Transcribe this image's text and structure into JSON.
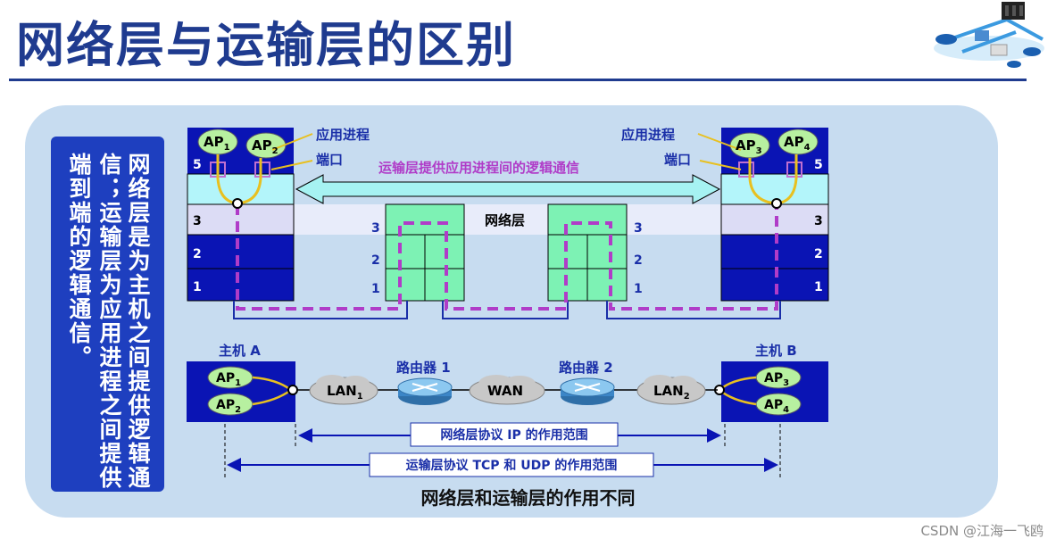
{
  "page_title": "网络层与运输层的区别",
  "side_text": {
    "col1": "网络层是为主机之间提供逻辑通",
    "col2": "信；运输层为应用进程之间提供",
    "col3": "端到端的逻辑通信。"
  },
  "labels": {
    "app_process": "应用进程",
    "port": "端口",
    "transport_service": "运输层提供应用进程间的逻辑通信",
    "network_layer": "网络层",
    "host_a": "主机 A",
    "host_b": "主机 B",
    "router1": "路由器 1",
    "router2": "路由器 2",
    "lan": "LAN",
    "wan": "WAN",
    "ip_scope": "网络层协议 IP 的作用范围",
    "tcp_udp_scope": "运输层协议 TCP 和 UDP 的作用范围",
    "caption": "网络层和运输层的作用不同",
    "ap": "AP"
  },
  "layer_numbers": [
    "5",
    "3",
    "2",
    "1"
  ],
  "ap_subscripts": [
    "1",
    "2",
    "3",
    "4"
  ],
  "lan_subscripts": [
    "1",
    "2"
  ],
  "watermark": "CSDN @江海一飞鸥",
  "colors": {
    "title": "#1f3b8f",
    "dark_blue": "#0a14b4",
    "panel": "#c7dcf0",
    "cyan": "#b3f5fa",
    "green": "#7df2b4",
    "lavender": "#dcdcf5",
    "magenta": "#b03cc8",
    "ap_green": "#b7f0a0",
    "label_blue": "#1a2fa8"
  }
}
